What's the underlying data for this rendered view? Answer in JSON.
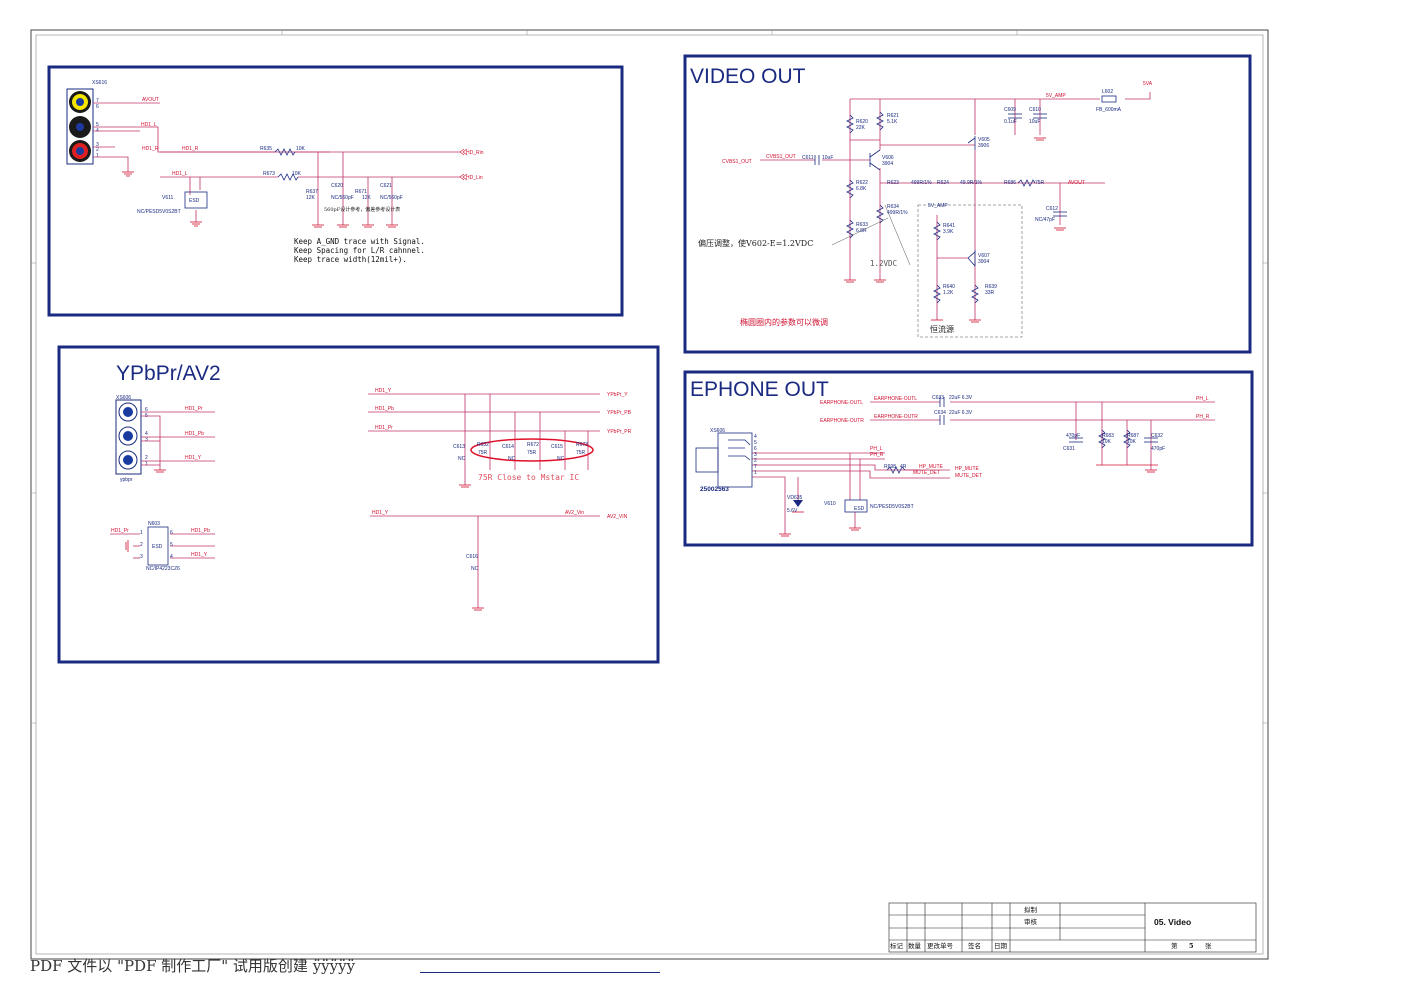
{
  "sections": {
    "video_out": "VIDEO OUT",
    "ypbpr": "YPbPr/AV2",
    "ephone": "EPHONE OUT"
  },
  "notes": {
    "trace1": "Keep A_GND trace with Signal.",
    "trace2": "Keep Spacing for L/R cahnnel.",
    "trace3": "Keep trace width(12mil+).",
    "bias": "偏压调整，使V602-E=1.2VDC",
    "vdc": "1.2VDC",
    "ellipse": "椭圆圈内的参数可以微调",
    "constant": "恒流源",
    "close": "75R Close to Mstar IC",
    "cap_note": "560pF设计参考，偏差参考设计表"
  },
  "audio": {
    "connector": "XS616",
    "pins": [
      "7",
      "6",
      "5",
      "4",
      "3",
      "2",
      "1"
    ],
    "nets": [
      "AVOUT",
      "HD1_L",
      "HD1_R",
      "HD1_R",
      "HD1_L"
    ],
    "esd": "NC/PESD5V0S2BT",
    "esd_ref": "V611",
    "esd_box": "ESD",
    "r_top": "R635",
    "r_top_v": "10K",
    "r_bot": "R673",
    "r_bot_v": "10K",
    "out_top": "HD_Rin",
    "out_bot": "HD_Lin",
    "parts": [
      "R637",
      "12K",
      "C620",
      "NC/560pF",
      "R671",
      "12K",
      "C621",
      "NC/560pF"
    ]
  },
  "video": {
    "in_net": "CVBS1_OUT",
    "in_net2": "CVBS1_OUT",
    "c611": "C611",
    "c611_v": "10uF",
    "r620": "R620",
    "r620_v": "22K",
    "r621": "R621",
    "r621_v": "5.1K",
    "r622": "R622",
    "r622_v": "6.8K",
    "r633": "R633",
    "r633_v": "6.8R",
    "r634": "R634",
    "r634_v": "499R/1%",
    "r623": "R623",
    "r623_v": "499R/1%",
    "r624": "R624",
    "r624_v": "49.9R/1%",
    "r686": "R686",
    "r686_v": "75R",
    "avout": "AVOUT",
    "v606": "V606",
    "v606_v": "3904",
    "v605": "V605",
    "v605_v": "3906",
    "v607": "V607",
    "v607_v": "3904",
    "r641": "R641",
    "r641_v": "3.9K",
    "r640": "R640",
    "r640_v": "1.2K",
    "r639": "R639",
    "r639_v": "33R",
    "c609": "C609",
    "c609_v": "0.1uF",
    "c610": "C610",
    "c610_v": "10uF",
    "c612": "C612",
    "c612_v": "NC/47pF",
    "l602": "L602",
    "l602_v": "FB_600mA",
    "net_5v": "5V_AMP",
    "net_5va": "5VA",
    "net_5v2": "5V_AMP"
  },
  "ypbpr": {
    "connector": "XS606",
    "conn_label": "ypbpr",
    "pins": [
      "6",
      "5",
      "4",
      "3",
      "2",
      "1"
    ],
    "nets": [
      "HD1_Pr",
      "HD1_Pb",
      "HD1_Y"
    ],
    "bus": [
      "HD1_Y",
      "HD1_Pb",
      "HD1_Pr"
    ],
    "outs": [
      "YPbPr_Y",
      "YPbPr_PB",
      "YPbPr_PR"
    ],
    "parts": [
      "C613",
      "NC",
      "R632",
      "75R",
      "C614",
      "NC",
      "R672",
      "75R",
      "C615",
      "NC",
      "R673",
      "75R"
    ],
    "av2_in": "HD1_Y",
    "av2_vin": "AV2_Vin",
    "av2_out": "AV2_VIN",
    "c616": "C616",
    "c616_v": "NC",
    "n603": "N603",
    "n603_v": "NC/IP4223CZ6",
    "n603_lbl": "ESD",
    "n603_nets": [
      "HD1_Pr",
      "HD1_Pb",
      "HD1_Y"
    ],
    "n603_pins": [
      "1",
      "2",
      "3",
      "6",
      "5",
      "4"
    ]
  },
  "ephone": {
    "net_l": "EARPHONE-OUTL",
    "net_r": "EARPHONE-OUTR",
    "net_l2": "EARPHONE-OUTL",
    "net_r2": "EARPHONE-OUTR",
    "c633": "C633",
    "c633_v": "22uF 6.3V",
    "c634": "C634",
    "c634_v": "22uF 6.3V",
    "ph_l": "PH_L",
    "ph_r": "PH_R",
    "ph_l2": "PH_L",
    "ph_r2": "PH_R",
    "connector": "XS606",
    "conn_part": "25002563",
    "pins": [
      "4",
      "5",
      "6",
      "3",
      "2",
      "7",
      "1"
    ],
    "r698": "R698",
    "r698_v": "4R",
    "hp_mute": "HP_MUTE",
    "mute_det": "MUTE_DET",
    "hp_mute2": "HP_MUTE",
    "mute_det2": "MUTE_DET",
    "vd": "VD635",
    "vd_v": "5.6V",
    "v610": "V610",
    "v610_v": "NC/PESD5V0S2BT",
    "esd": "ESD",
    "c631": "C631",
    "c631_v": "470pF",
    "r683": "R683",
    "r683_v": "10K",
    "r687": "R687",
    "r687_v": "10K",
    "c632": "C632",
    "c632_v": "470pF"
  },
  "title_block": {
    "drawn": "拟制",
    "checked": "审核",
    "sheet_name": "05. Video",
    "cols": [
      "标记",
      "数量",
      "更改单号",
      "签名",
      "日期"
    ],
    "page_prefix": "第",
    "page_no": "5",
    "page_suffix": "张"
  },
  "footer": "PDF 文件以 \"PDF 制作工厂\" 试用版创建  ÿÿÿÿÿ",
  "colors": {
    "frame": "#1a2a80",
    "wire": "#c0306a",
    "net": "#d01030",
    "ground": "#d01030"
  }
}
